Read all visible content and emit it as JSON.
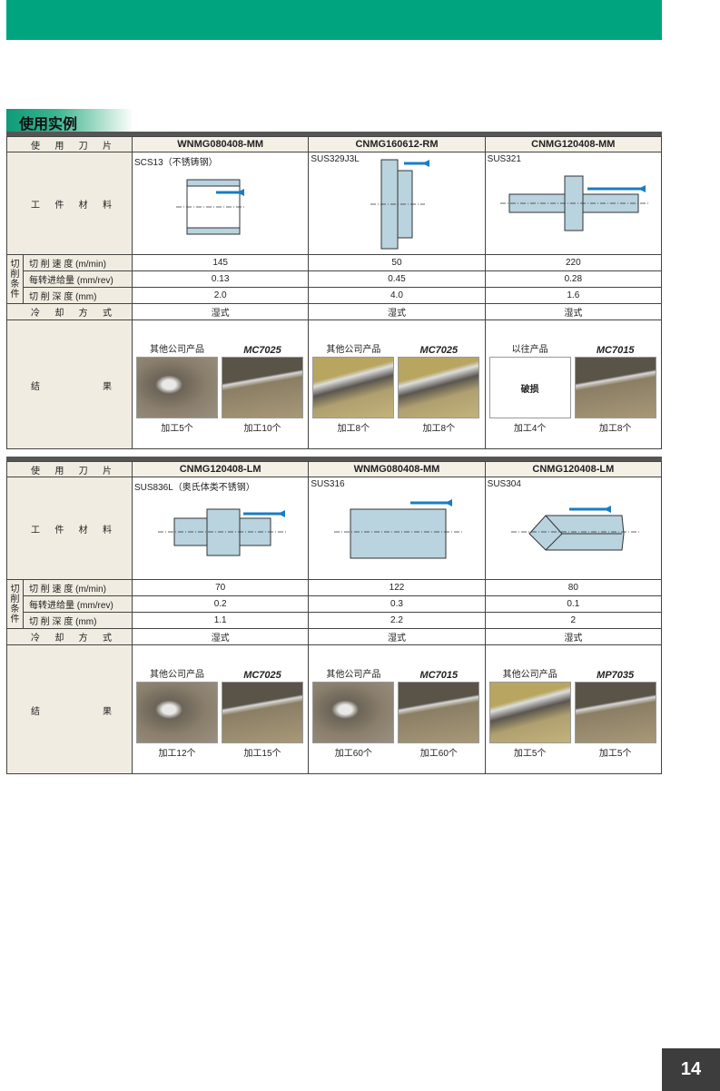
{
  "section_title": "使用实例",
  "page_number": "14",
  "labels": {
    "insert": [
      "使",
      "用",
      "刀",
      "片"
    ],
    "material": [
      "工",
      "件",
      "材",
      "料"
    ],
    "cond_group": "切削条件",
    "speed": "切 削 速 度 (m/min)",
    "feed": "每转进给量 (mm/rev)",
    "depth": "切 削 深 度 (mm)",
    "cooling": [
      "冷",
      "却",
      "方",
      "式"
    ],
    "result": [
      "结",
      "果"
    ]
  },
  "tables": [
    {
      "columns": [
        {
          "insert": "WNMG080408-MM",
          "material": "SCS13（不锈铸钢）",
          "diagram": "sleeve",
          "speed": "145",
          "feed": "0.13",
          "depth": "2.0",
          "cooling": "湿式",
          "results": [
            {
              "label": "其他公司产品",
              "brand": false,
              "count": "加工5个",
              "photo": "worn"
            },
            {
              "label": "MC7025",
              "brand": true,
              "count": "加工10个",
              "photo": "good"
            }
          ]
        },
        {
          "insert": "CNMG160612-RM",
          "material": "SUS329J3L",
          "diagram": "flange",
          "speed": "50",
          "feed": "0.45",
          "depth": "4.0",
          "cooling": "湿式",
          "results": [
            {
              "label": "其他公司产品",
              "brand": false,
              "count": "加工8个",
              "photo": "gold"
            },
            {
              "label": "MC7025",
              "brand": true,
              "count": "加工8个",
              "photo": "gold"
            }
          ]
        },
        {
          "insert": "CNMG120408-MM",
          "material": "SUS321",
          "diagram": "shaft-collar",
          "speed": "220",
          "feed": "0.28",
          "depth": "1.6",
          "cooling": "湿式",
          "results": [
            {
              "label": "以往产品",
              "brand": false,
              "count": "加工4个",
              "photo": "blank",
              "note": "破损"
            },
            {
              "label": "MC7015",
              "brand": true,
              "count": "加工8个",
              "photo": "good"
            }
          ]
        }
      ]
    },
    {
      "columns": [
        {
          "insert": "CNMG120408-LM",
          "material": "SUS836L（奥氏体类不锈钢）",
          "diagram": "stepped-shaft",
          "speed": "70",
          "feed": "0.2",
          "depth": "1.1",
          "cooling": "湿式",
          "results": [
            {
              "label": "其他公司产品",
              "brand": false,
              "count": "加工12个",
              "photo": "worn"
            },
            {
              "label": "MC7025",
              "brand": true,
              "count": "加工15个",
              "photo": "good"
            }
          ]
        },
        {
          "insert": "WNMG080408-MM",
          "material": "SUS316",
          "diagram": "cylinder",
          "speed": "122",
          "feed": "0.3",
          "depth": "2.2",
          "cooling": "湿式",
          "results": [
            {
              "label": "其他公司产品",
              "brand": false,
              "count": "加工60个",
              "photo": "worn"
            },
            {
              "label": "MC7015",
              "brand": true,
              "count": "加工60个",
              "photo": "good"
            }
          ]
        },
        {
          "insert": "CNMG120408-LM",
          "material": "SUS304",
          "diagram": "hex-bar",
          "speed": "80",
          "feed": "0.1",
          "depth": "2",
          "cooling": "湿式",
          "results": [
            {
              "label": "其他公司产品",
              "brand": false,
              "count": "加工5个",
              "photo": "gold"
            },
            {
              "label": "MP7035",
              "brand": true,
              "count": "加工5个",
              "photo": "good"
            }
          ]
        }
      ]
    }
  ],
  "colors": {
    "brand_green": "#00a47f",
    "arrow": "#1a7cc4",
    "part_fill": "#b9d3df"
  }
}
